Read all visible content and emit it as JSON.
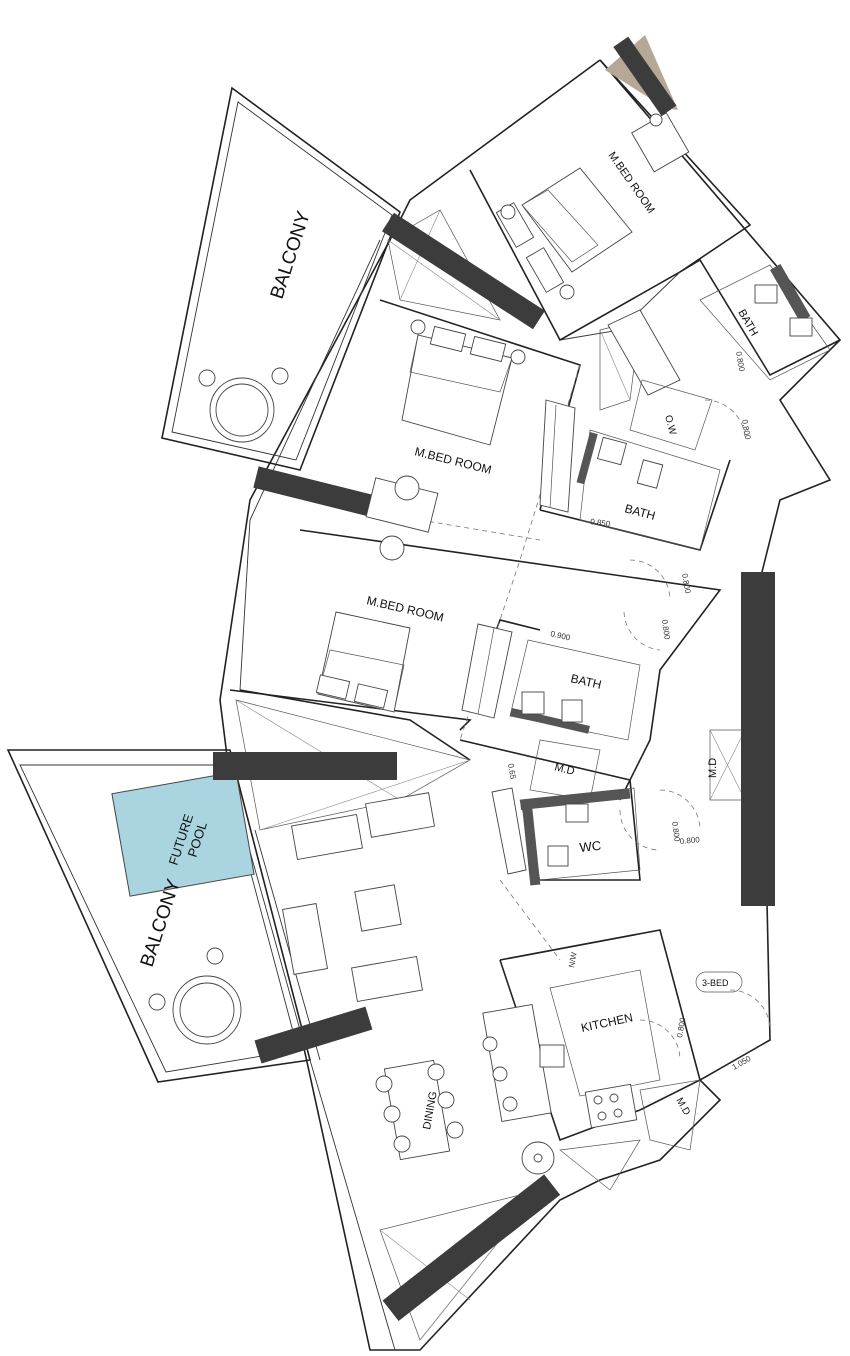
{
  "labels": {
    "balcony_top": "BALCONY",
    "balcony_bottom": "BALCONY",
    "master_bed_1": "M.BED ROOM",
    "master_bed_2": "M.BED ROOM",
    "master_bed_3": "M.BED ROOM",
    "bath_1": "BATH",
    "bath_2": "BATH",
    "bath_3": "BATH",
    "wc": "WC",
    "kitchen": "KITCHEN",
    "dining": "DINING",
    "pool_line1": "FUTURE",
    "pool_line2": "POOL",
    "md_1": "M.D",
    "md_2": "M.D",
    "md_3": "M.D",
    "ow": "O.W",
    "unit_tag": "3-BED"
  },
  "dimensions": {
    "d_850": "0.850",
    "d_900": "0.900",
    "d_800a": "0.800",
    "d_800b": "0.800",
    "d_800c": "0.800",
    "d_800d": "0.800",
    "d_800e": "0.800",
    "d_800f": "0.800",
    "d_1050": "1.050",
    "d_065": "0.65",
    "d_nw": "N/W"
  },
  "colors": {
    "pool_fill": "#a9d4e0",
    "beam": "#3c3c3c",
    "wall": "#222222"
  }
}
